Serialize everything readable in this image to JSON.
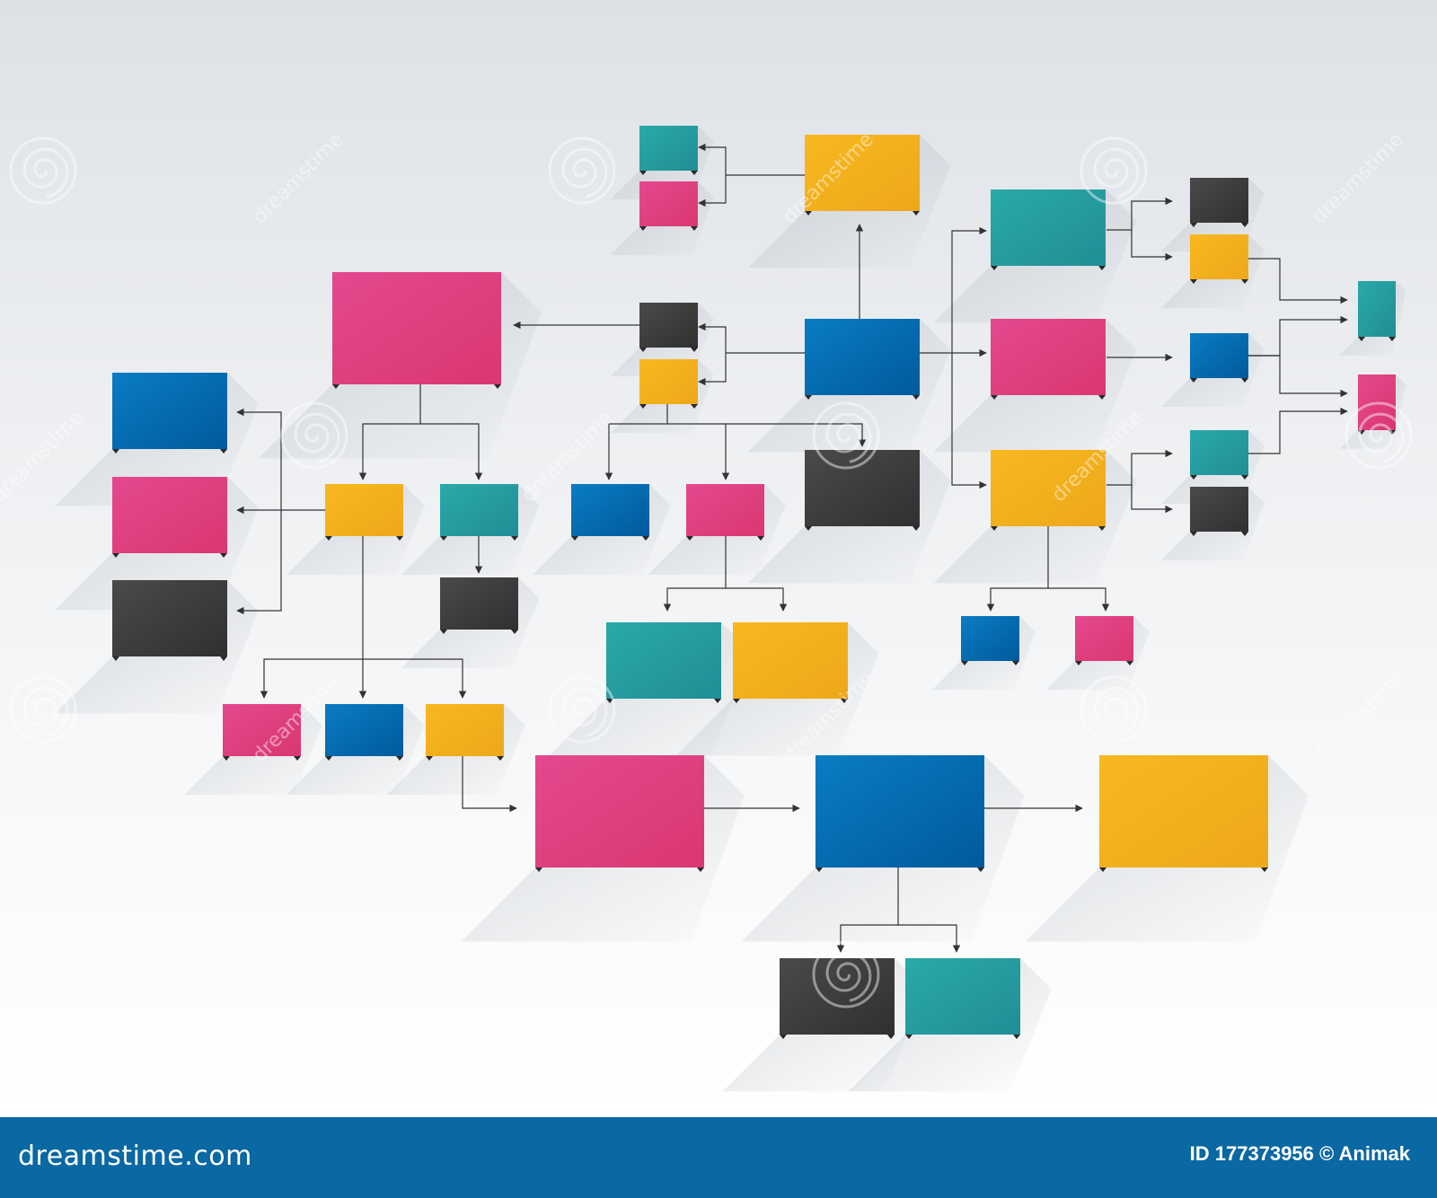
{
  "colors": {
    "magenta": [
      "#e5488e",
      "#d93771"
    ],
    "blue": [
      "#0a7cc3",
      "#005a9c"
    ],
    "teal": [
      "#2aa9a9",
      "#208e96"
    ],
    "yellow": [
      "#f8b820",
      "#eda81a"
    ],
    "dark": [
      "#4a4a4a",
      "#303030"
    ],
    "line": "#333333",
    "footer": "#0a68a3"
  },
  "watermark": {
    "text": "dreamstime",
    "icon": "spiral-icon"
  },
  "footer": {
    "brand": "dreamstime.com",
    "credit": "ID 177373956 © Animak"
  }
}
